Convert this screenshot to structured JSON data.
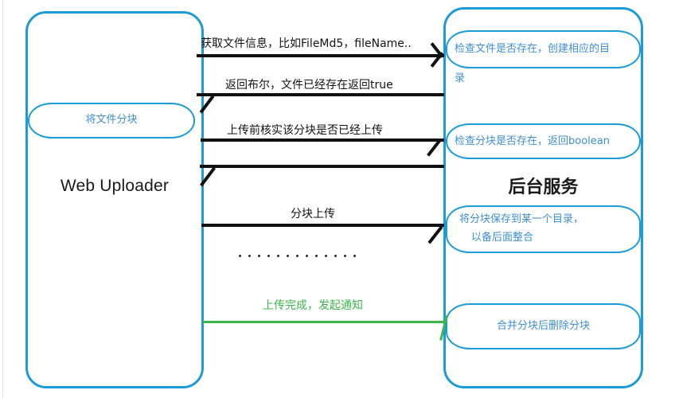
{
  "diagram": {
    "title": "Web Uploader chunked upload sequence",
    "colors": {
      "actor_border": "#1b9bd8",
      "note_border": "#1b9bd8",
      "note_text": "#3f8fd4",
      "arrow_black": "#111111",
      "arrow_green": "#3cb54a",
      "background": "#ffffff"
    }
  },
  "actors": {
    "left": {
      "label": "Web Uploader",
      "note": "将文件分块"
    },
    "right": {
      "label": "后台服务",
      "notes": [
        {
          "id": "check-file",
          "line1": "检查文件是否存在，创建相应的目",
          "line2": "录"
        },
        {
          "id": "check-chunk",
          "line1": "检查分块是否存在，返回boolean"
        },
        {
          "id": "save-chunk",
          "line1": "将分块保存到某一个目录，",
          "line2": "以备后面整合"
        },
        {
          "id": "merge-chunk",
          "line1": "合并分块后删除分块"
        }
      ]
    }
  },
  "messages": [
    {
      "id": "m1",
      "label": "获取文件信息，比如FileMd5，fileName..",
      "direction": "right",
      "color": "black"
    },
    {
      "id": "m2",
      "label": "返回布尔，文件已经存在返回true",
      "direction": "left",
      "color": "black"
    },
    {
      "id": "m3",
      "label": "上传前核实该分块是否已经上传",
      "direction": "right",
      "color": "black"
    },
    {
      "id": "m4",
      "label": "",
      "direction": "left",
      "color": "black"
    },
    {
      "id": "m5",
      "label": "分块上传",
      "direction": "right",
      "color": "black"
    },
    {
      "id": "m6",
      "label": "上传完成，发起通知",
      "direction": "right",
      "color": "green"
    }
  ],
  "ellipsis": {
    "count": 13,
    "meaning": "repeat-chunk-loop"
  }
}
